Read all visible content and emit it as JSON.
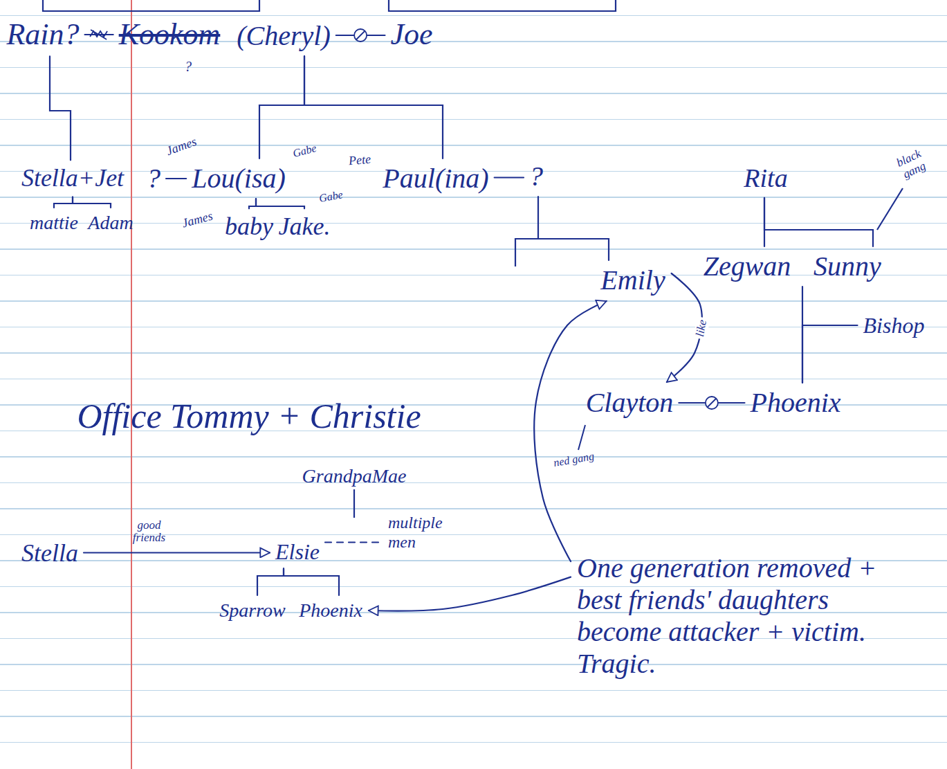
{
  "diagram": {
    "nodes": [
      {
        "text": [
          "Rain?"
        ]
      },
      {
        "text": [
          "Kookom"
        ]
      },
      {
        "text": [
          "(Cheryl)"
        ]
      },
      {
        "text": [
          "Joe"
        ]
      },
      {
        "text": [
          "Stella+Jet"
        ]
      },
      {
        "text": [
          "?"
        ]
      },
      {
        "text": [
          "Lou(isa)"
        ]
      },
      {
        "text": [
          "Paul(ina)"
        ]
      },
      {
        "text": [
          "?"
        ]
      },
      {
        "text": [
          "mattie"
        ]
      },
      {
        "text": [
          "Adam"
        ]
      },
      {
        "text": [
          "baby"
        ]
      },
      {
        "text": [
          "Jake."
        ]
      },
      {
        "text": [
          "Emily"
        ]
      },
      {
        "text": [
          "Rita"
        ]
      },
      {
        "text": [
          "Zegwan"
        ]
      },
      {
        "text": [
          "Sunny"
        ]
      },
      {
        "text": [
          "Bishop"
        ]
      },
      {
        "text": [
          "Clayton"
        ]
      },
      {
        "text": [
          "Phoenix"
        ]
      },
      {
        "text": [
          "Office Tommy + Christie"
        ]
      },
      {
        "text": [
          "GrandpaMae"
        ]
      },
      {
        "text": [
          "Stella"
        ]
      },
      {
        "text": [
          "Elsie"
        ]
      },
      {
        "text": [
          "multiple men"
        ]
      },
      {
        "text": [
          "Sparrow"
        ]
      },
      {
        "text": [
          "Phoenix"
        ]
      },
      {
        "text": [
          "One generation removed + best friends' daughters become attacker + victim. Tragic."
        ]
      }
    ],
    "edges": [
      {
        "from": 0,
        "to": 1,
        "arrow": "none"
      },
      {
        "from": 2,
        "to": 3,
        "arrow": "none"
      },
      {
        "from": 0,
        "to": 4,
        "arrow": "none"
      },
      {
        "from": 2,
        "to": 6,
        "arrow": "none"
      },
      {
        "from": 2,
        "to": 7,
        "arrow": "none"
      },
      {
        "from": 4,
        "to": 9,
        "arrow": "none"
      },
      {
        "from": 4,
        "to": 10,
        "arrow": "none"
      },
      {
        "from": 5,
        "to": 6,
        "arrow": "none"
      },
      {
        "from": 6,
        "to": 11,
        "arrow": "none"
      },
      {
        "from": 6,
        "to": 12,
        "arrow": "none"
      },
      {
        "from": 7,
        "to": 8,
        "arrow": "none"
      },
      {
        "from": 8,
        "to": 13,
        "arrow": "none"
      },
      {
        "from": 14,
        "to": 15,
        "arrow": "none"
      },
      {
        "from": 14,
        "to": 16,
        "arrow": "none"
      },
      {
        "from": 16,
        "to": 19,
        "arrow": "none"
      },
      {
        "from": 17,
        "to": 19,
        "arrow": "none"
      },
      {
        "from": 13,
        "to": 18,
        "arrow": "to",
        "label": "like"
      },
      {
        "from": 18,
        "to": 19,
        "arrow": "none"
      },
      {
        "from": 22,
        "to": 23,
        "arrow": "to",
        "label": "good friends"
      },
      {
        "from": 23,
        "to": 24,
        "arrow": "none"
      },
      {
        "from": 23,
        "to": 25,
        "arrow": "none"
      },
      {
        "from": 23,
        "to": 26,
        "arrow": "none"
      },
      {
        "from": 27,
        "to": 13,
        "arrow": "to"
      },
      {
        "from": 27,
        "to": 26,
        "arrow": "to"
      }
    ],
    "labels": [
      "?",
      "James",
      "Gabe",
      "Pete",
      "James",
      "Gabe",
      "black gang",
      "ned gang"
    ]
  }
}
